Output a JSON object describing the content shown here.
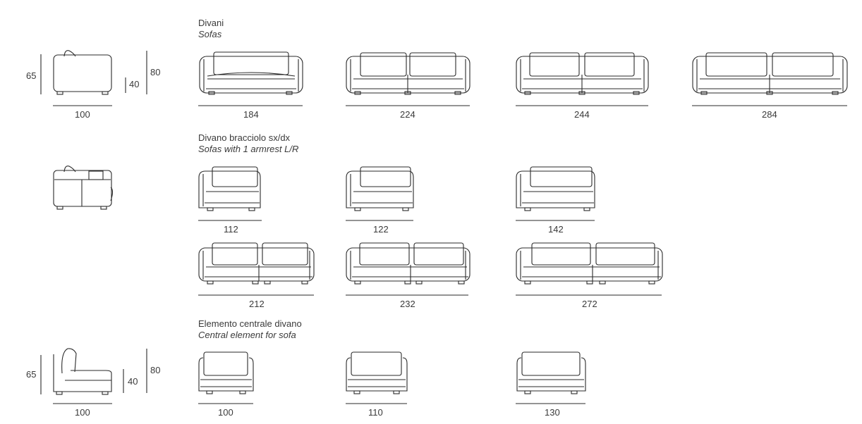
{
  "sections": {
    "sofas": {
      "title": "Divani",
      "subtitle": "Sofas"
    },
    "one_arm": {
      "title": "Divano bracciolo sx/dx",
      "subtitle": "Sofas with 1 armrest L/R"
    },
    "central": {
      "title": "Elemento centrale divano",
      "subtitle": "Central element for sofa"
    }
  },
  "side_views": {
    "top": {
      "depth": "100",
      "height": "65",
      "seat": "40",
      "back": "80"
    },
    "middle": {},
    "bottom": {
      "depth": "100",
      "height": "65",
      "seat": "40",
      "back": "80"
    }
  },
  "widths": {
    "sofas": [
      "184",
      "224",
      "244",
      "284"
    ],
    "one_arm_row1": [
      "112",
      "122",
      "142"
    ],
    "one_arm_row2": [
      "212",
      "232",
      "272"
    ],
    "central": [
      "100",
      "110",
      "130"
    ]
  }
}
